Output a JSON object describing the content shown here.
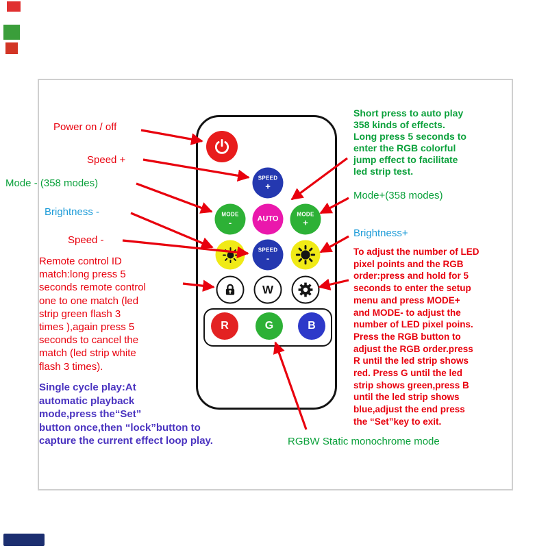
{
  "colors": {
    "arrow_red": "#e8000d",
    "text_red": "#e8000d",
    "text_green": "#0ca13c",
    "text_blue": "#1e9cd8",
    "text_purple": "#4a33c0",
    "btn_power_red": "#e81c1c",
    "btn_blue": "#2438b0",
    "btn_green": "#2db136",
    "btn_magenta": "#ea18ac",
    "btn_yellow": "#f0ea16",
    "btn_r_red": "#e32222",
    "btn_b_blue": "#2d39c9"
  },
  "annotations": {
    "power": "Power  on / off",
    "speed_plus": "Speed +",
    "mode_minus": "Mode - (358 modes)",
    "brightness_minus": "Brightness -",
    "speed_minus": "Speed -",
    "id_match": "Remote control ID\nmatch:long press 5\nseconds remote control\none to one match (led\nstrip green flash  3\ntimes ),again press 5\nseconds to cancel the\nmatch (led strip white\nflash 3 times).",
    "single_cycle": "Single cycle play:At\nautomatic playback\nmode,press the“Set”\nbutton once,then “lock”button to\ncapture the current effect loop play.",
    "auto_play": "Short press to auto play\n358 kinds of effects.\nLong press 5 seconds to\nenter the RGB colorful\njump effect to facilitate\nled strip test.",
    "mode_plus": "Mode+(358 modes)",
    "brightness_plus": "Brightness+",
    "setup": "To adjust the number of LED\npixel points and the RGB\norder:press and hold for 5\nseconds to enter the setup\nmenu and press MODE+\nand MODE- to adjust the\nnumber of LED pixel poins.\nPress the RGB button to\nadjust the RGB order.press\nR until the led strip shows\nred. Press G until the led\nstrip shows green,press B\nuntil the led strip shows\nblue,adjust the end press\nthe “Set”key to exit.",
    "rgbw_mode": "RGBW  Static  monochrome  mode"
  },
  "remote": {
    "power_icon": "power-icon",
    "speed_plus": {
      "word": "SPEED",
      "sign": "+"
    },
    "mode_minus": {
      "word": "MODE",
      "sign": "-"
    },
    "auto_label": "AUTO",
    "mode_plus": {
      "word": "MODE",
      "sign": "+"
    },
    "brightness_minus_icon": "sun-icon",
    "speed_minus": {
      "word": "SPEED",
      "sign": "-"
    },
    "brightness_plus_icon": "sun-icon",
    "lock_icon": "lock-icon",
    "white_label": "W",
    "gear_icon": "gear-icon",
    "red_label": "R",
    "green_label": "G",
    "blue_label": "B"
  }
}
